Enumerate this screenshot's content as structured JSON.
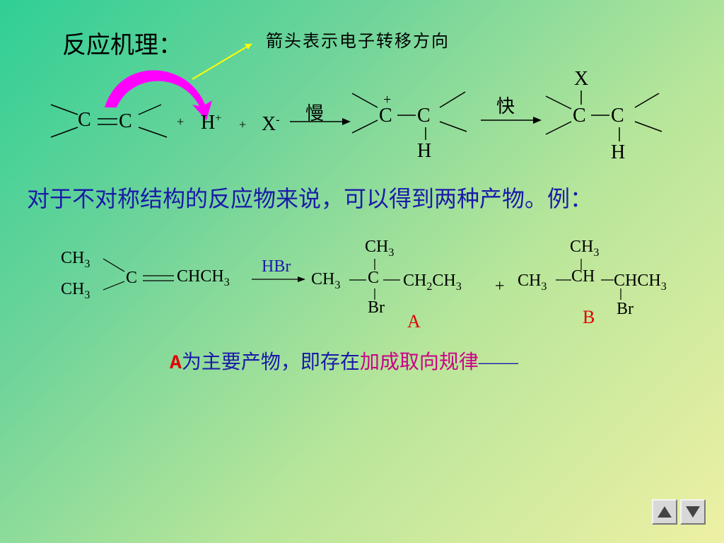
{
  "slide": {
    "title": "反应机理：",
    "arrow_note": "箭头表示电子转移方向",
    "mechanism": {
      "c_left": "C",
      "c_right": "C",
      "plus1": "+",
      "h_plus": "H",
      "h_plus_charge": "+",
      "plus2": "+",
      "x_minus": "X",
      "x_minus_charge": "-",
      "slow_label": "慢",
      "inter_charge": "+",
      "inter_c1": "C",
      "inter_c2": "C",
      "inter_h": "H",
      "fast_label": "快",
      "prod_x": "X",
      "prod_c1": "C",
      "prod_c2": "C",
      "prod_h": "H"
    },
    "statement": "对于不对称结构的反应物来说，可以得到两种产物。例：",
    "example": {
      "reactant_ch3_top": "CH",
      "reactant_ch3_bottom": "CH",
      "sub3": "3",
      "sub2": "2",
      "reactant_c": "C",
      "reactant_chch3": "CHCH",
      "reagent": "HBr",
      "productA_ch3_top": "CH",
      "productA_ch3_left": "CH",
      "productA_c": "C",
      "productA_ch2ch3": "CH",
      "productA_ch3_tail": "CH",
      "productA_br": "Br",
      "label_a": "A",
      "plus": "+",
      "productB_ch3_top": "CH",
      "productB_ch3_left": "CH",
      "productB_ch": "CH",
      "productB_chch3": "CHCH",
      "productB_br": "Br",
      "label_b": "B"
    },
    "conclusion": {
      "a": "A",
      "text1": "为主要产物，即存在",
      "text2": "加成取向规律",
      "dash": "——"
    },
    "nav": {
      "prev_icon": "triangle-up-icon",
      "next_icon": "triangle-down-icon"
    },
    "colors": {
      "blue_text": "#1a1aa8",
      "red_text": "#e00000",
      "magenta_text": "#cc0088",
      "electron_arrow": "#ff00ff",
      "pointer_line": "#ffff00"
    }
  }
}
